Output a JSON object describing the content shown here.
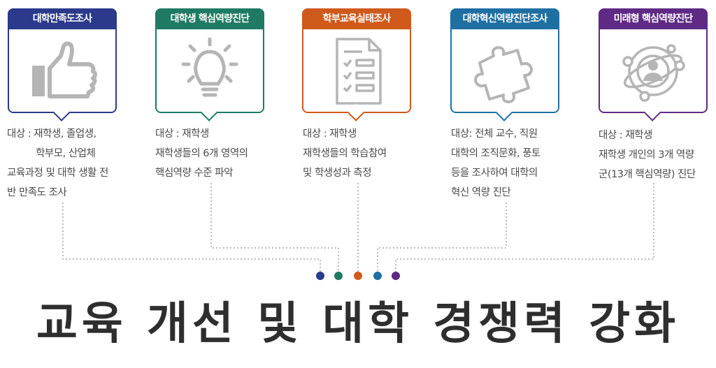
{
  "colors": {
    "navy": "#2b3a8a",
    "green": "#1f7a63",
    "orange": "#cf5a1c",
    "blue": "#1f6fa3",
    "purple": "#5e2a84",
    "icon_gray": "#b5b5b5",
    "connector": "#bbbbbb"
  },
  "cards": [
    {
      "title": "대학만족도조사",
      "color": "#2b3a8a",
      "icon": "thumbs-up-icon",
      "desc": [
        "대상 : 재학생, 졸업생,",
        "          학부모, 산업체",
        "교육과정 및 대학 생활 전",
        "반 만족도 조사"
      ]
    },
    {
      "title": "대학생 핵심역량진단",
      "color": "#1f7a63",
      "icon": "lightbulb-icon",
      "desc": [
        "대상 : 재학생",
        "재학생들의 6개 영역의",
        "핵심역량 수준 파악"
      ]
    },
    {
      "title": "학부교육실태조사",
      "color": "#cf5a1c",
      "icon": "checklist-icon",
      "desc": [
        "대상 : 재학생",
        "재학생들의 학습참여",
        "및 학생성과 측정"
      ]
    },
    {
      "title": "대학혁신역량진단조사",
      "color": "#1f6fa3",
      "icon": "puzzle-icon",
      "desc": [
        "대상: 전체 교수, 직원",
        "대학의 조직문화, 풍토",
        "등을 조사하여 대학의",
        "혁신 역량 진단"
      ]
    },
    {
      "title": "미래형 핵심역량진단",
      "color": "#5e2a84",
      "icon": "network-person-icon",
      "desc": [
        "대상 : 재학생",
        "재학생 개인의 3개 역량",
        "군(13개 핵심역량) 진단"
      ]
    }
  ],
  "main_title": "교육 개선 및 대학 경쟁력 강화"
}
